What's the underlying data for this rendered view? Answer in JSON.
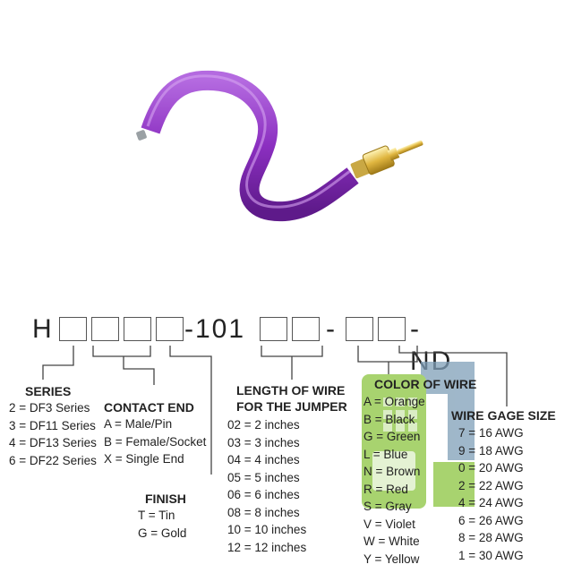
{
  "part_number": {
    "prefix": "H",
    "middle": "-101",
    "dash": "-",
    "suffix": "-ND"
  },
  "series": {
    "heading": "SERIES",
    "items": [
      "2 = DF3 Series",
      "3 = DF11 Series",
      "4 = DF13 Series",
      "6 = DF22 Series"
    ]
  },
  "contact_end": {
    "heading": "CONTACT END",
    "items": [
      "A = Male/Pin",
      "B = Female/Socket",
      "X = Single End"
    ]
  },
  "finish": {
    "heading": "FINISH",
    "items": [
      "T = Tin",
      "G = Gold"
    ]
  },
  "length": {
    "heading_line1": "LENGTH OF WIRE",
    "heading_line2": "FOR THE JUMPER",
    "items": [
      "02 = 2 inches",
      "03 = 3 inches",
      "04 = 4 inches",
      "05 = 5 inches",
      "06 = 6 inches",
      "08 = 8 inches",
      "10 = 10 inches",
      "12 = 12 inches"
    ]
  },
  "color": {
    "heading": "COLOR OF WIRE",
    "items": [
      "A = Orange",
      "B = Black",
      "G = Green",
      "L = Blue",
      "N = Brown",
      "R = Red",
      "S = Gray",
      "V = Violet",
      "W = White",
      "Y = Yellow"
    ]
  },
  "gage": {
    "heading": "WIRE GAGE SIZE",
    "items": [
      "7 = 16 AWG",
      "9 = 18 AWG",
      "0 = 20 AWG",
      "2 = 22 AWG",
      "4 = 24 AWG",
      "6 = 26 AWG",
      "8 = 28 AWG",
      "1 = 30 AWG"
    ]
  },
  "colors": {
    "wire": "#8b2fc0",
    "logo_green": "#8bc53f",
    "logo_blue": "#7f9fb8",
    "text": "#222222",
    "lines": "#444444"
  },
  "icons": {
    "photo": "purple-jumper-wire-photo",
    "logo": "digikey-logo"
  }
}
